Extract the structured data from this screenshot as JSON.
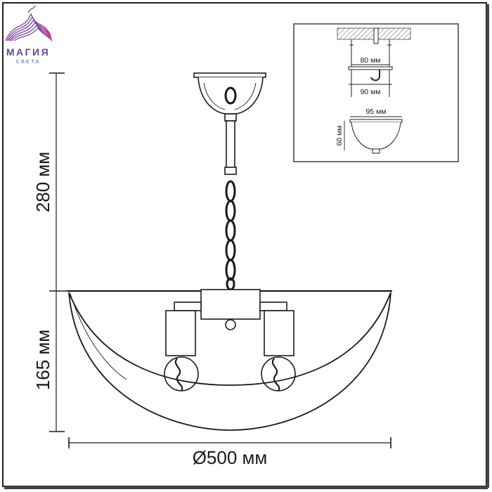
{
  "logo": {
    "name": "МАГИЯ",
    "tagline": "СВЕТА",
    "colors": [
      "#5a3b8c",
      "#2f6fb5",
      "#c0327a",
      "#7a4fa0"
    ]
  },
  "dimensions": {
    "height_top": "280 мм",
    "height_bottom": "165 мм",
    "diameter": "Ø500 мм"
  },
  "inset": {
    "hook_spacing": "80 мм",
    "plate_width": "90 мм",
    "canopy_width": "95 мм",
    "canopy_height": "60 мм"
  }
}
